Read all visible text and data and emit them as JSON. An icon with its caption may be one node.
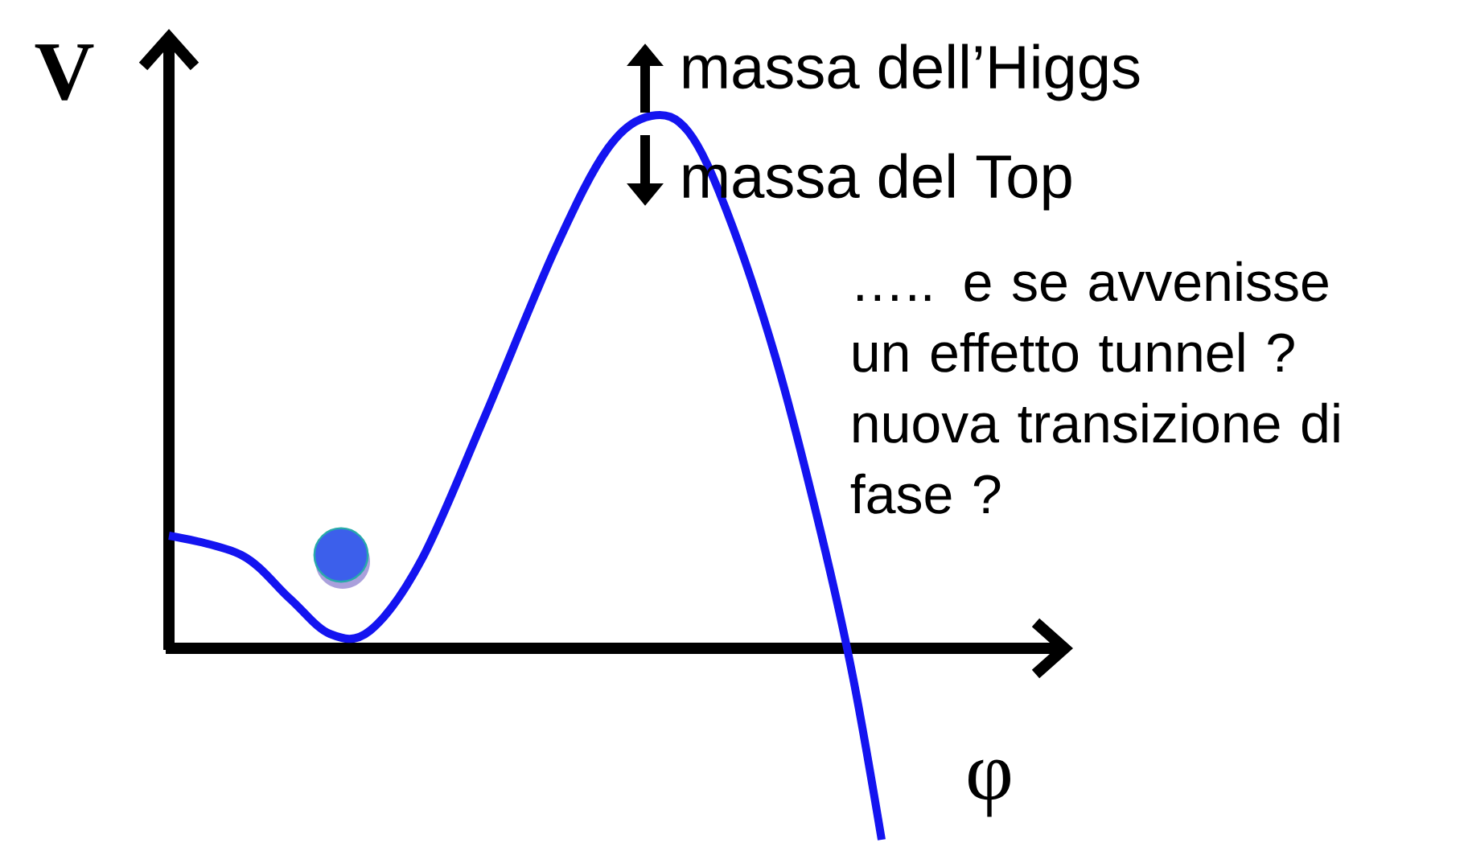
{
  "diagram": {
    "labels": [
      "V",
      "massa dell’Higgs",
      "massa del Top",
      "….. e se avvenisse un effetto tunnel ? nuova transizione di fase ?",
      "φ"
    ]
  }
}
